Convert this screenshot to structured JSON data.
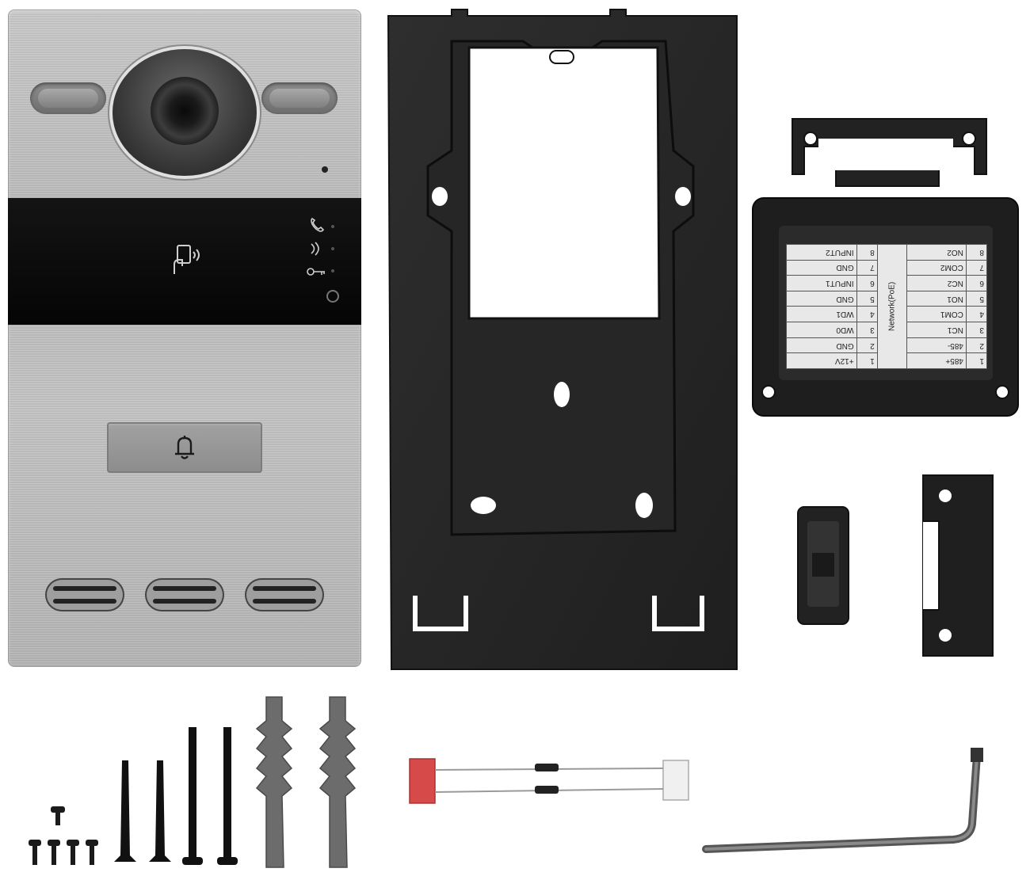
{
  "scene": {
    "description_items": [
      "doorbell-panel",
      "mounting-bracket",
      "terminal-box",
      "lock-strike",
      "accessory-block",
      "screws",
      "wall-anchors",
      "diode-jumper",
      "torx-key"
    ]
  },
  "terminal_label": {
    "left": [
      {
        "num": "8",
        "name": "INPUT2"
      },
      {
        "num": "7",
        "name": "GND"
      },
      {
        "num": "6",
        "name": "INPUT1"
      },
      {
        "num": "5",
        "name": "GND"
      },
      {
        "num": "4",
        "name": "WD1"
      },
      {
        "num": "3",
        "name": "WD0"
      },
      {
        "num": "2",
        "name": "GND"
      },
      {
        "num": "1",
        "name": "+12V"
      }
    ],
    "right": [
      {
        "num": "8",
        "name": "NO2"
      },
      {
        "num": "7",
        "name": "COM2"
      },
      {
        "num": "6",
        "name": "NC2"
      },
      {
        "num": "5",
        "name": "NO1"
      },
      {
        "num": "4",
        "name": "COM1"
      },
      {
        "num": "3",
        "name": "NC1"
      },
      {
        "num": "2",
        "name": "485-"
      },
      {
        "num": "1",
        "name": "485+"
      }
    ],
    "network_text": "Network(PoE)"
  },
  "icons": {
    "card": "rfid-card-icon",
    "phone": "phone-icon",
    "wifi": "signal-icon",
    "key": "key-icon",
    "bell": "bell-icon"
  }
}
